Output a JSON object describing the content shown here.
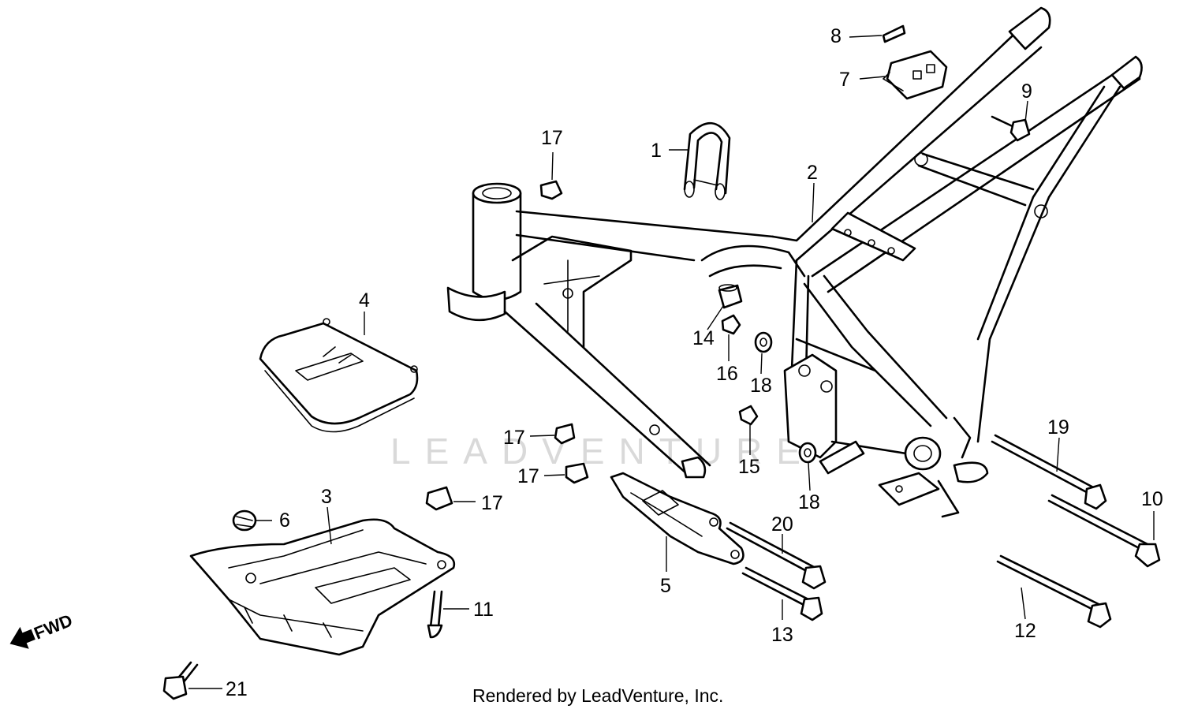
{
  "watermark": "LEADVENTURE",
  "credit": "Rendered by LeadVenture, Inc.",
  "direction_label": "FWD",
  "callouts": [
    {
      "label": "1"
    },
    {
      "label": "2"
    },
    {
      "label": "3"
    },
    {
      "label": "4"
    },
    {
      "label": "5"
    },
    {
      "label": "6"
    },
    {
      "label": "7"
    },
    {
      "label": "8"
    },
    {
      "label": "9"
    },
    {
      "label": "10"
    },
    {
      "label": "11"
    },
    {
      "label": "12"
    },
    {
      "label": "13"
    },
    {
      "label": "14"
    },
    {
      "label": "15"
    },
    {
      "label": "16"
    },
    {
      "label": "17"
    },
    {
      "label": "17"
    },
    {
      "label": "17"
    },
    {
      "label": "17"
    },
    {
      "label": "18"
    },
    {
      "label": "18"
    },
    {
      "label": "19"
    },
    {
      "label": "20"
    },
    {
      "label": "21"
    }
  ]
}
